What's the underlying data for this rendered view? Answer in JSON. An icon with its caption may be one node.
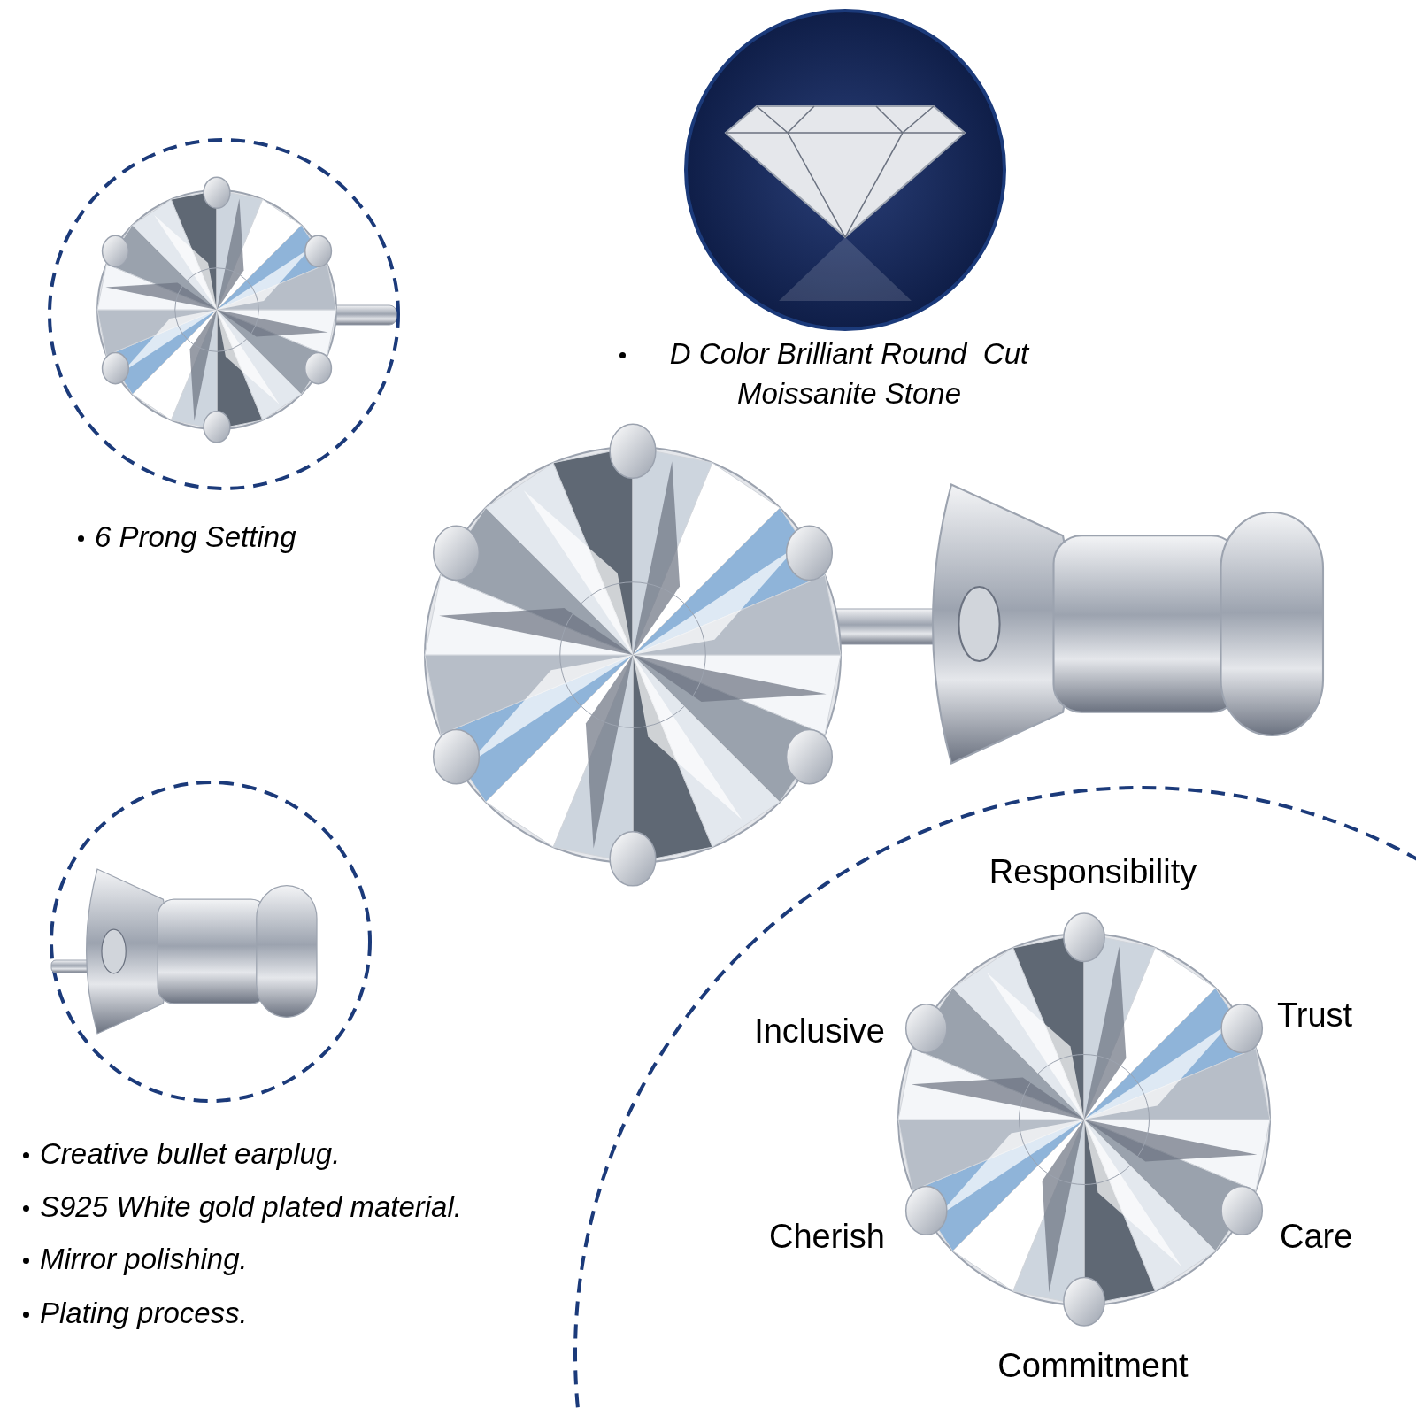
{
  "diagram": {
    "labels": [
      "D Color Brilliant Round  Cut Moissanite Stone",
      "6 Prong Setting",
      "Creative bullet earplug.",
      "S925 White gold plated material.",
      "Mirror polishing.",
      "Plating process.",
      "Responsibility",
      "Inclusive",
      "Trust",
      "Cherish",
      "Care",
      "Commitment"
    ]
  }
}
